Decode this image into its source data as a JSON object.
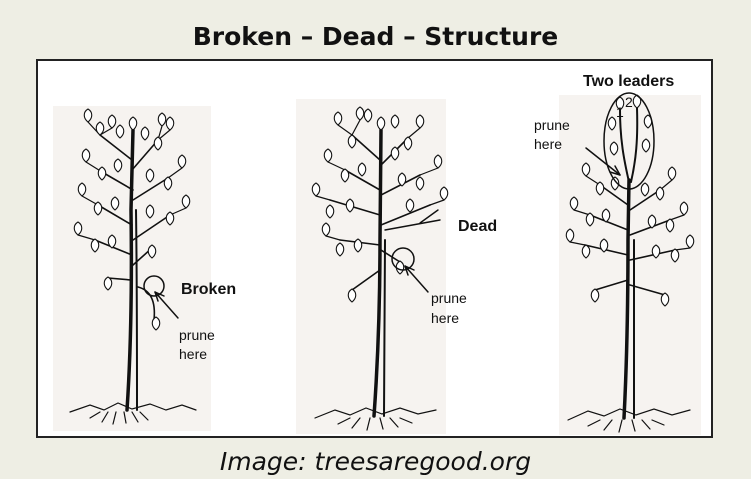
{
  "title": "Broken – Dead – Structure",
  "caption": "Image: treesaregood.org",
  "trees": [
    {
      "label": "Broken",
      "note_line1": "prune",
      "note_line2": "here"
    },
    {
      "label": "Dead",
      "note_line1": "prune",
      "note_line2": "here"
    },
    {
      "label": "Two leaders",
      "note_line1": "prune",
      "note_line2": "here",
      "leader_1": "1",
      "leader_2": "2"
    }
  ]
}
